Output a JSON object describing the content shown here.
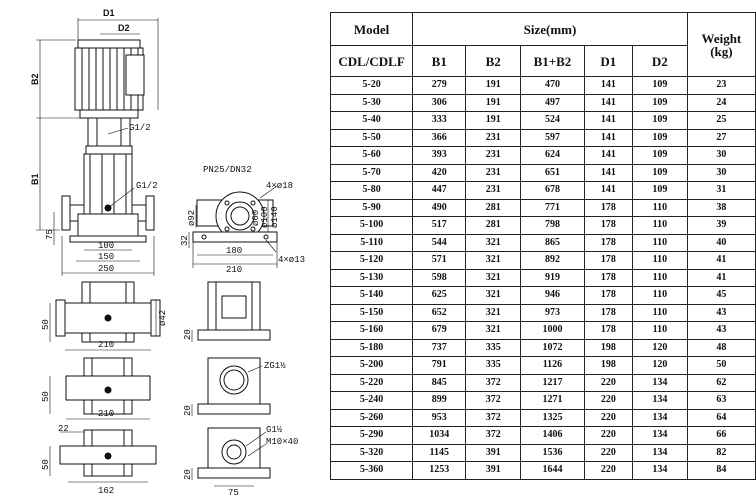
{
  "drawing": {
    "labels": {
      "D1": "D1",
      "D2": "D2",
      "B2": "B2",
      "B1": "B1",
      "G12a": "G1/2",
      "G12b": "G1/2",
      "d75": "75",
      "d100": "100",
      "d150": "150",
      "d250": "250",
      "pn": "PN25/DN32",
      "holes18": "4×ø18",
      "d92": "ø92",
      "d60": "ø60",
      "d100c": "ø100",
      "d140": "ø140",
      "d180": "180",
      "d210": "210",
      "holes13": "4×ø13",
      "d32": "32",
      "v2_50": "50",
      "v2_210": "210",
      "v2_42": "ø42",
      "v2_20": "20",
      "v3_50": "50",
      "v3_210": "210",
      "v3_20": "20",
      "v3_g": "ZG1½",
      "v4_22": "22",
      "v4_50": "50",
      "v4_162": "162",
      "v4_20": "20",
      "v4_75": "75",
      "v4_g": "G1½",
      "v4_m": "M10×40"
    }
  },
  "table": {
    "head": {
      "model": "Model",
      "size": "Size(mm)",
      "weight": "Weight (kg)",
      "sub_model": "CDL/CDLF",
      "b1": "B1",
      "b2": "B2",
      "b1b2": "B1+B2",
      "d1": "D1",
      "d2": "D2"
    },
    "rows": [
      {
        "model": "5-20",
        "b1": "279",
        "b2": "191",
        "b1b2": "470",
        "d1": "141",
        "d2": "109",
        "weight": "23"
      },
      {
        "model": "5-30",
        "b1": "306",
        "b2": "191",
        "b1b2": "497",
        "d1": "141",
        "d2": "109",
        "weight": "24"
      },
      {
        "model": "5-40",
        "b1": "333",
        "b2": "191",
        "b1b2": "524",
        "d1": "141",
        "d2": "109",
        "weight": "25"
      },
      {
        "model": "5-50",
        "b1": "366",
        "b2": "231",
        "b1b2": "597",
        "d1": "141",
        "d2": "109",
        "weight": "27"
      },
      {
        "model": "5-60",
        "b1": "393",
        "b2": "231",
        "b1b2": "624",
        "d1": "141",
        "d2": "109",
        "weight": "30"
      },
      {
        "model": "5-70",
        "b1": "420",
        "b2": "231",
        "b1b2": "651",
        "d1": "141",
        "d2": "109",
        "weight": "30"
      },
      {
        "model": "5-80",
        "b1": "447",
        "b2": "231",
        "b1b2": "678",
        "d1": "141",
        "d2": "109",
        "weight": "31"
      },
      {
        "model": "5-90",
        "b1": "490",
        "b2": "281",
        "b1b2": "771",
        "d1": "178",
        "d2": "110",
        "weight": "38"
      },
      {
        "model": "5-100",
        "b1": "517",
        "b2": "281",
        "b1b2": "798",
        "d1": "178",
        "d2": "110",
        "weight": "39"
      },
      {
        "model": "5-110",
        "b1": "544",
        "b2": "321",
        "b1b2": "865",
        "d1": "178",
        "d2": "110",
        "weight": "40"
      },
      {
        "model": "5-120",
        "b1": "571",
        "b2": "321",
        "b1b2": "892",
        "d1": "178",
        "d2": "110",
        "weight": "41"
      },
      {
        "model": "5-130",
        "b1": "598",
        "b2": "321",
        "b1b2": "919",
        "d1": "178",
        "d2": "110",
        "weight": "41"
      },
      {
        "model": "5-140",
        "b1": "625",
        "b2": "321",
        "b1b2": "946",
        "d1": "178",
        "d2": "110",
        "weight": "45"
      },
      {
        "model": "5-150",
        "b1": "652",
        "b2": "321",
        "b1b2": "973",
        "d1": "178",
        "d2": "110",
        "weight": "43"
      },
      {
        "model": "5-160",
        "b1": "679",
        "b2": "321",
        "b1b2": "1000",
        "d1": "178",
        "d2": "110",
        "weight": "43"
      },
      {
        "model": "5-180",
        "b1": "737",
        "b2": "335",
        "b1b2": "1072",
        "d1": "198",
        "d2": "120",
        "weight": "48"
      },
      {
        "model": "5-200",
        "b1": "791",
        "b2": "335",
        "b1b2": "1126",
        "d1": "198",
        "d2": "120",
        "weight": "50"
      },
      {
        "model": "5-220",
        "b1": "845",
        "b2": "372",
        "b1b2": "1217",
        "d1": "220",
        "d2": "134",
        "weight": "62"
      },
      {
        "model": "5-240",
        "b1": "899",
        "b2": "372",
        "b1b2": "1271",
        "d1": "220",
        "d2": "134",
        "weight": "63"
      },
      {
        "model": "5-260",
        "b1": "953",
        "b2": "372",
        "b1b2": "1325",
        "d1": "220",
        "d2": "134",
        "weight": "64"
      },
      {
        "model": "5-290",
        "b1": "1034",
        "b2": "372",
        "b1b2": "1406",
        "d1": "220",
        "d2": "134",
        "weight": "66"
      },
      {
        "model": "5-320",
        "b1": "1145",
        "b2": "391",
        "b1b2": "1536",
        "d1": "220",
        "d2": "134",
        "weight": "82"
      },
      {
        "model": "5-360",
        "b1": "1253",
        "b2": "391",
        "b1b2": "1644",
        "d1": "220",
        "d2": "134",
        "weight": "84"
      }
    ]
  }
}
